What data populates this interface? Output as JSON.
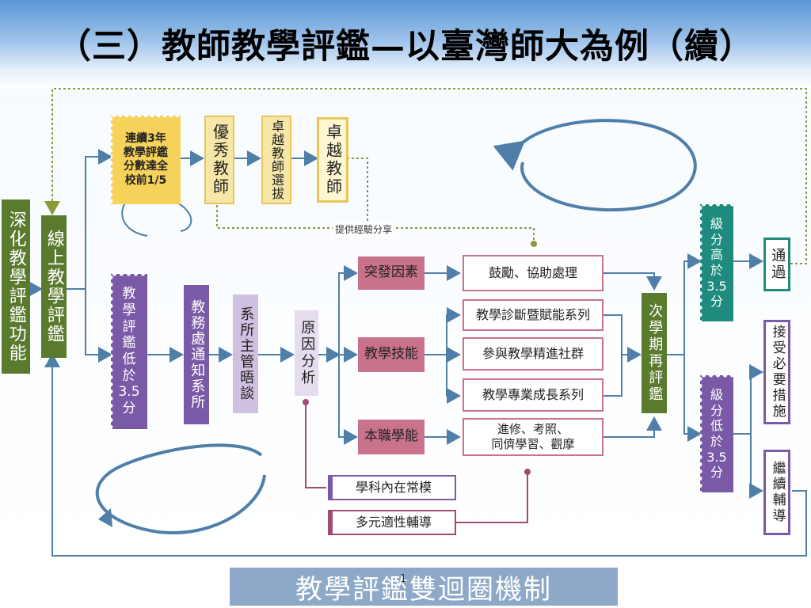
{
  "title": "（三）教師教學評鑑—以臺灣師大為例（續）",
  "nodes": {
    "deepen": "深化教學評鑑功能",
    "online_eval": "線上教學評鑑",
    "consecutive": [
      "連續3年",
      "教學評鑑",
      "分數達全",
      "校前1/5"
    ],
    "excellent_teacher": "優秀教師",
    "selection": "卓越教師選拔",
    "outstanding_teacher": "卓越教師",
    "share_label": "提供經驗分享",
    "low_score": [
      "教",
      "學",
      "評",
      "鑑",
      "低",
      "於",
      "3.5",
      "分"
    ],
    "academic_affairs": "教務處通知系所",
    "dept_chair": "系所主管晤談",
    "cause": "原因分析",
    "sudden": "突發因素",
    "encourage": "鼓勵、協助處理",
    "teaching_skill": "教學技能",
    "diagnosis": "教學診斷暨賦能系列",
    "community": "參與教學精進社群",
    "growth": "教學專業成長系列",
    "subject": "本職學能",
    "study": [
      "進修、考照、",
      "同儕學習、觀摩"
    ],
    "discipline": "學科內在常模",
    "counsel": "多元適性輔導",
    "re_eval": "次學期再評鑑",
    "high": [
      "級",
      "分",
      "高",
      "於",
      "3.5",
      "分"
    ],
    "pass": "通過",
    "low2": [
      "級",
      "分",
      "低",
      "於",
      "3.5",
      "分"
    ],
    "measures": "接受必要措施",
    "continue": "繼續輔導"
  },
  "footer": "教學評鑑雙迴圈機制",
  "page_number": "1",
  "colors": {
    "green": "#5a7a2e",
    "yellow": "#f6d25a",
    "purple": "#7a5aa6",
    "lavender": "#cfc0e0",
    "pink": "#c9728c",
    "teal": "#1e8b7e",
    "arrow": "#4f7fa8",
    "dotted": "#8a9a3a"
  }
}
